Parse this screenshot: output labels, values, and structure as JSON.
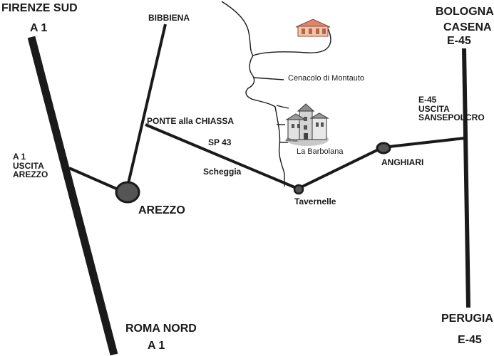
{
  "labels": {
    "firenze_sud": "FIRENZE  SUD",
    "a1_top": "A 1",
    "bibbiena": "BIBBIENA",
    "bologna": "BOLOGNA",
    "casena": "CASENA",
    "e45_top": "E-45",
    "cenacolo": "Cenacolo di Montauto",
    "ponte_chiassa": "PONTE alla CHIASSA",
    "sp43": "SP  43",
    "scheggia": "Scheggia",
    "la_barbolana": "La Barbolana",
    "anghiari": "ANGHIARI",
    "e45_uscita": "E-45\nUSCITA\nSANSEPOLCRO",
    "a1_uscita": "A 1\nUSCITA\nAREZZO",
    "arezzo": "AREZZO",
    "tavernelle": "Tavernelle",
    "roma_nord": "ROMA NORD",
    "a1_bottom": "A 1",
    "perugia": "PERUGIA",
    "e45_bottom": "E-45"
  },
  "icons": {
    "farmhouse": "farmhouse-icon",
    "villa": "villa-icon"
  },
  "colors": {
    "road": "#1a1a1a",
    "town_marker": "#555555",
    "farmhouse_wall": "#f3c7a6",
    "farmhouse_roof": "#d9866a"
  }
}
